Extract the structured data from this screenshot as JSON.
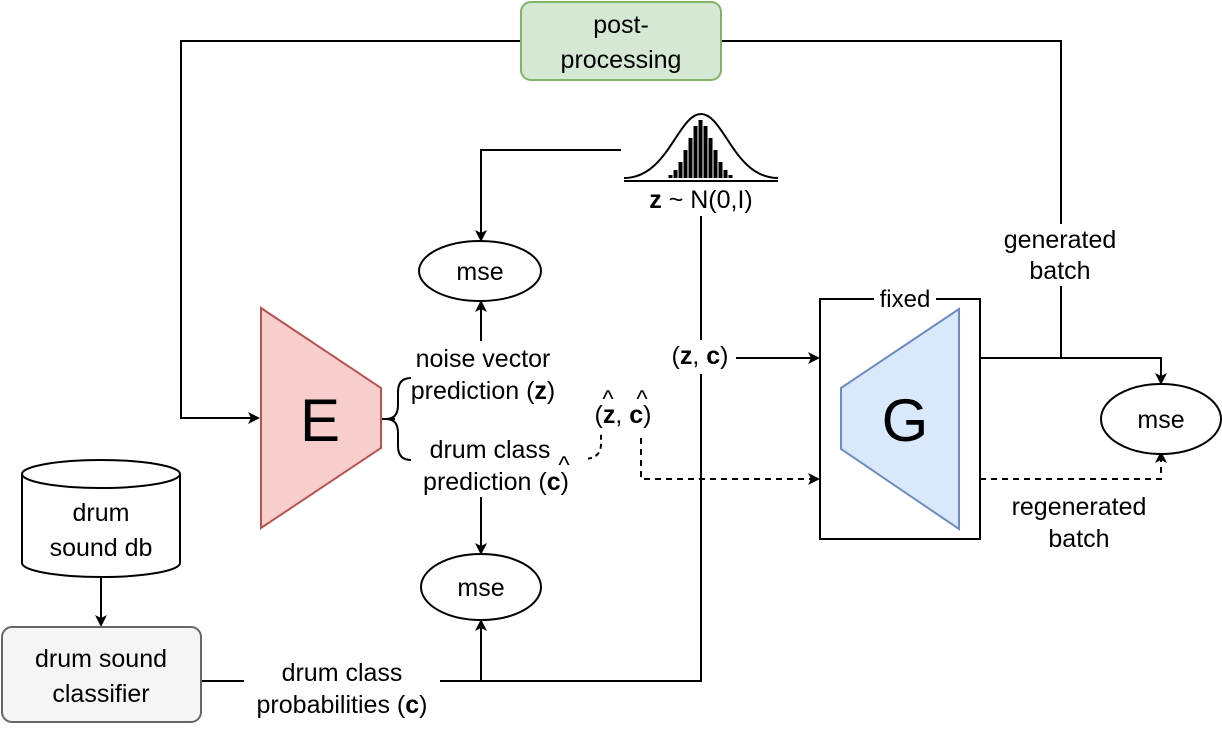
{
  "post_processing": {
    "line1": "post-",
    "line2": "processing"
  },
  "noise": {
    "z": "z",
    "rest": " ~ N(0,I)"
  },
  "mse_top": "mse",
  "mse_bottom": "mse",
  "mse_right": "mse",
  "encoder": {
    "label": "E"
  },
  "generator": {
    "label": "G",
    "fixed_label": "fixed"
  },
  "noise_pred": {
    "line1": "noise vector",
    "line2_pre": "prediction (",
    "z": "z",
    "close": ")"
  },
  "class_pred": {
    "line1": "drum class",
    "line2_pre": "prediction (",
    "c": "c",
    "close": ")"
  },
  "zc_hat": {
    "open": "(",
    "z": "z",
    "sep": ", ",
    "c": "c",
    "close": ")",
    "hat": "^"
  },
  "zc_input": {
    "open": "(",
    "z": "z",
    "sep": ", ",
    "c": "c",
    "close": ")"
  },
  "generated_batch": {
    "line1": "generated",
    "line2": "batch"
  },
  "regenerated_batch": {
    "line1": "regenerated",
    "line2": "batch"
  },
  "db": {
    "line1": "drum",
    "line2": "sound db"
  },
  "classifier": {
    "line1": "drum sound",
    "line2": "classifier"
  },
  "probs": {
    "line1": "drum class",
    "line2_pre": "probabilities (",
    "c": "c",
    "close": ")"
  },
  "colors": {
    "encoder_fill": "#f8cecc",
    "encoder_stroke": "#b85450",
    "generator_fill": "#dae8fc",
    "generator_stroke": "#6c8ebf",
    "post_fill": "#d5e8d4",
    "post_stroke": "#82b366",
    "classifier_fill": "#f5f5f5",
    "classifier_stroke": "#666666"
  }
}
